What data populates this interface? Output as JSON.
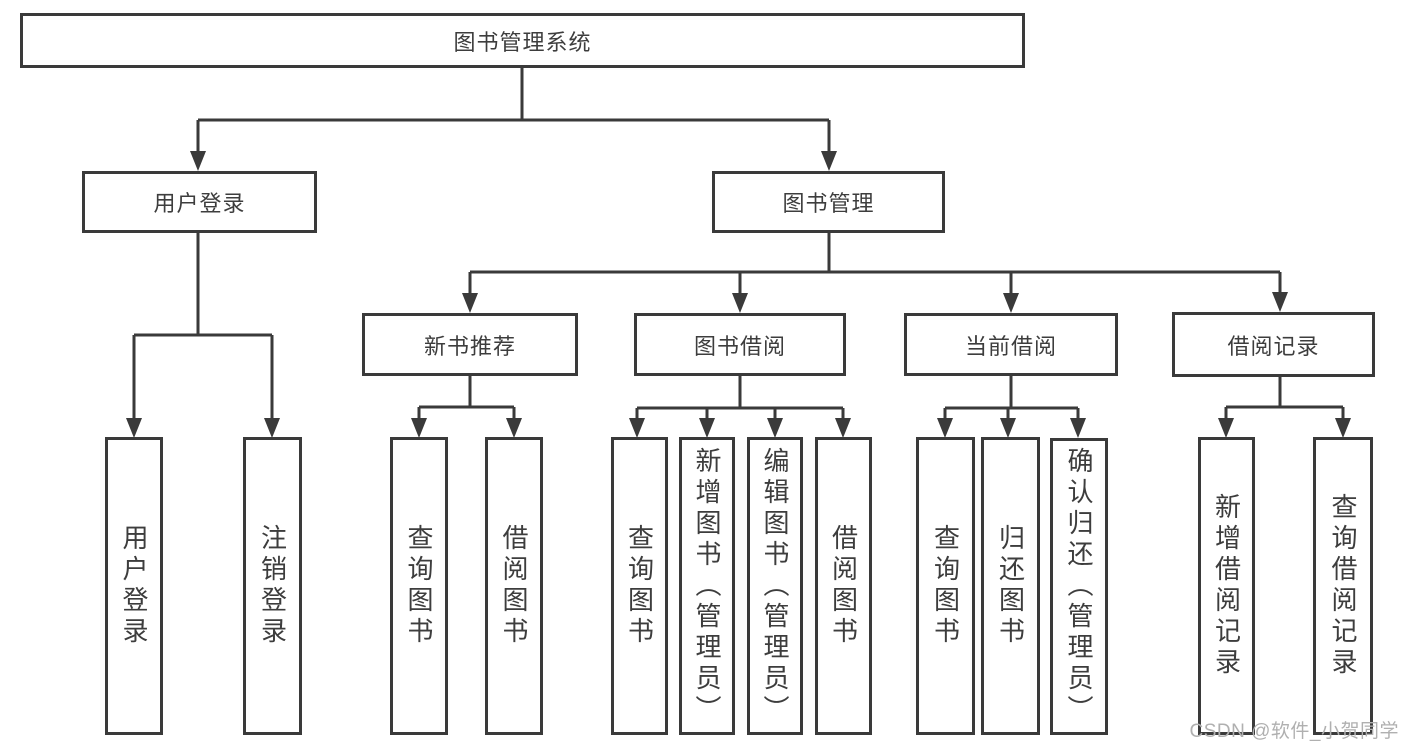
{
  "tree": {
    "label": "图书管理系统",
    "children": [
      {
        "label": "用户登录",
        "children": [
          {
            "label": "用户登录"
          },
          {
            "label": "注销登录"
          }
        ]
      },
      {
        "label": "图书管理",
        "children": [
          {
            "label": "新书推荐",
            "children": [
              {
                "label": "查询图书"
              },
              {
                "label": "借阅图书"
              }
            ]
          },
          {
            "label": "图书借阅",
            "children": [
              {
                "label": "查询图书"
              },
              {
                "label": "新增图书（管理员）"
              },
              {
                "label": "编辑图书（管理员）"
              },
              {
                "label": "借阅图书"
              }
            ]
          },
          {
            "label": "当前借阅",
            "children": [
              {
                "label": "查询图书"
              },
              {
                "label": "归还图书"
              },
              {
                "label": "确认归还（管理员）"
              }
            ]
          },
          {
            "label": "借阅记录",
            "children": [
              {
                "label": "新增借阅记录"
              },
              {
                "label": "查询借阅记录"
              }
            ]
          }
        ]
      }
    ]
  },
  "watermark": {
    "text": "CSDN @软件_小贺同学"
  },
  "colors": {
    "line": "#3a3a3a",
    "text": "#3d3d3d",
    "watermark": "#b0b0b0",
    "background": "#ffffff"
  }
}
